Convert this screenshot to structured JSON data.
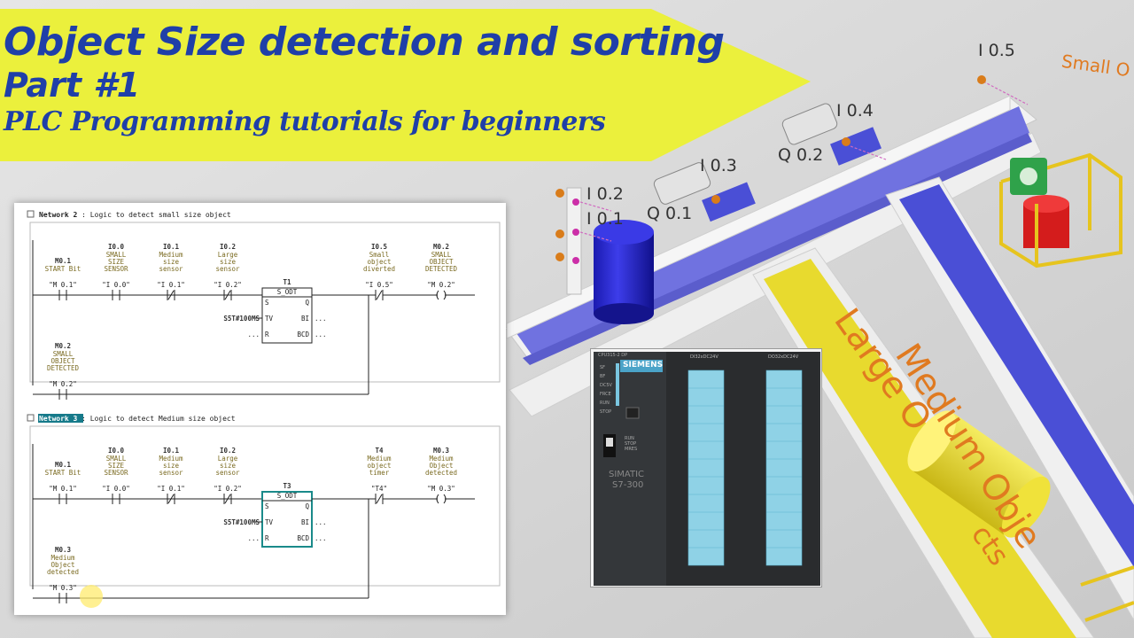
{
  "title": {
    "line1": "Object Size detection and sorting",
    "line2": "Part #1",
    "line3": "PLC Programming tutorials for beginners"
  },
  "scene": {
    "io_labels": [
      "I 0.5",
      "I 0.4",
      "Q 0.2",
      "I 0.3",
      "Q 0.1",
      "I 0.2",
      "I 0.1"
    ],
    "belt_small": "Small O",
    "belt_medium": "Medium Obje",
    "belt_large": "Large O",
    "belt_large_tail": "cts"
  },
  "ladder": {
    "network2": {
      "header_num": "Network 2",
      "header_desc": ": Logic to detect small size object",
      "contacts": [
        {
          "addr": "M0.1",
          "desc": [
            "START Bit"
          ],
          "sym": "\"M 0.1\""
        },
        {
          "addr": "I0.0",
          "desc": [
            "SMALL",
            "SIZE",
            "SENSOR"
          ],
          "sym": "\"I 0.0\""
        },
        {
          "addr": "I0.1",
          "desc": [
            "Medium",
            "size",
            "sensor"
          ],
          "sym": "\"I 0.1\""
        },
        {
          "addr": "I0.2",
          "desc": [
            "Large",
            "size",
            "sensor"
          ],
          "sym": "\"I 0.2\""
        },
        {
          "addr": "I0.5",
          "desc": [
            "Small",
            "object",
            "diverted"
          ],
          "sym": "\"I 0.5\""
        },
        {
          "addr": "M0.2",
          "desc": [
            "SMALL",
            "OBJECT",
            "DETECTED"
          ],
          "sym": "\"M 0.2\""
        }
      ],
      "timer": {
        "name": "T1",
        "type": "S_ODT",
        "s": "S",
        "q": "Q",
        "tv": "TV",
        "bi": "BI",
        "r": "R",
        "bcd": "BCD",
        "preset": "S5T#100MS",
        "dots": "..."
      },
      "branch": {
        "addr": "M0.2",
        "desc": [
          "SMALL",
          "OBJECT",
          "DETECTED"
        ],
        "sym": "\"M 0.2\""
      }
    },
    "network3": {
      "header_num": "Network 3",
      "header_desc": ": Logic to detect Medium size object",
      "contacts": [
        {
          "addr": "M0.1",
          "desc": [
            "START Bit"
          ],
          "sym": "\"M 0.1\""
        },
        {
          "addr": "I0.0",
          "desc": [
            "SMALL",
            "SIZE",
            "SENSOR"
          ],
          "sym": "\"I 0.0\""
        },
        {
          "addr": "I0.1",
          "desc": [
            "Medium",
            "size",
            "sensor"
          ],
          "sym": "\"I 0.1\""
        },
        {
          "addr": "I0.2",
          "desc": [
            "Large",
            "size",
            "sensor"
          ],
          "sym": "\"I 0.2\""
        },
        {
          "addr": "T4",
          "desc": [
            "Medium",
            "object",
            "timer"
          ],
          "sym": "\"T4\""
        },
        {
          "addr": "M0.3",
          "desc": [
            "Medium",
            "Object",
            "detected"
          ],
          "sym": "\"M 0.3\""
        }
      ],
      "timer": {
        "name": "T3",
        "type": "S_ODT",
        "s": "S",
        "q": "Q",
        "tv": "TV",
        "bi": "BI",
        "r": "R",
        "bcd": "BCD",
        "preset": "S5T#100MS",
        "dots": "..."
      },
      "branch": {
        "addr": "M0.3",
        "desc": [
          "Medium",
          "Object",
          "detected"
        ],
        "sym": "\"M 0.3\""
      }
    }
  },
  "plc": {
    "brand": "SIEMENS",
    "model_line1": "SIMATIC",
    "model_line2": "S7-300",
    "cpu": "CPU315-2 DP",
    "indicators": [
      "SF",
      "BF",
      "DC5V",
      "FRCE",
      "RUN",
      "STOP"
    ],
    "modes": [
      "RUN",
      "STOP",
      "MRES"
    ],
    "module1": "DI32xDC24V",
    "module2": "DO32xDC24V",
    "colors": {
      "body": "#2f3133",
      "accent": "#4aa3c8",
      "strip": "#8fd2e6"
    }
  },
  "colors": {
    "banner": "#ebf03c",
    "title": "#1f3fa8",
    "belt_blue": "#6d6fe0",
    "chute_yellow": "#e8da2e",
    "chute_blue": "#4a4fd6",
    "label_orange": "#e07a20"
  }
}
